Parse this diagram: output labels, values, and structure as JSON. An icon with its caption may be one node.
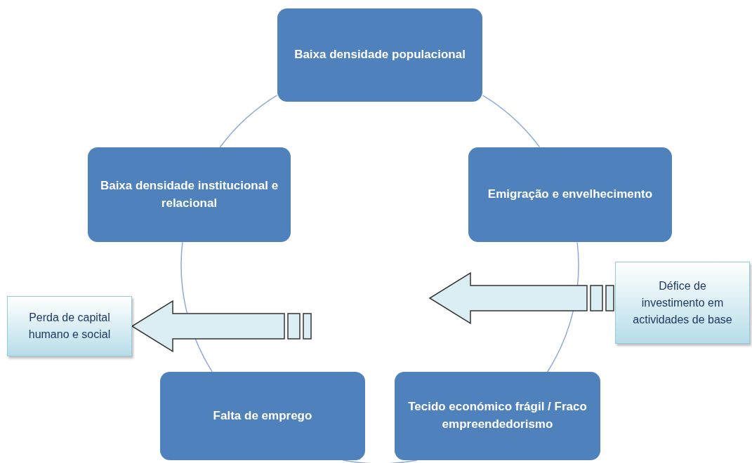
{
  "diagram": {
    "nodes": [
      {
        "text": [
          "Baixa densidade populacional"
        ]
      },
      {
        "text": [
          "Emigração e envelhecimento"
        ]
      },
      {
        "text": [
          "Tecido económico frágil / Fraco empreendedorismo"
        ]
      },
      {
        "text": [
          "Falta de emprego"
        ]
      },
      {
        "text": [
          "Baixa densidade institucional e relacional"
        ]
      },
      {
        "text": [
          "Défice de investimento em actividades de base"
        ]
      },
      {
        "text": [
          "Perda de capital humano e social"
        ]
      }
    ],
    "edges": [
      {
        "from": 0,
        "to": 1,
        "arrow": "none"
      },
      {
        "from": 1,
        "to": 2,
        "arrow": "none"
      },
      {
        "from": 2,
        "to": 3,
        "arrow": "none"
      },
      {
        "from": 3,
        "to": 4,
        "arrow": "none"
      },
      {
        "from": 4,
        "to": 0,
        "arrow": "none"
      },
      {
        "from": 5,
        "to": null,
        "arrow": "to"
      },
      {
        "from": null,
        "to": 6,
        "arrow": "to"
      }
    ]
  }
}
